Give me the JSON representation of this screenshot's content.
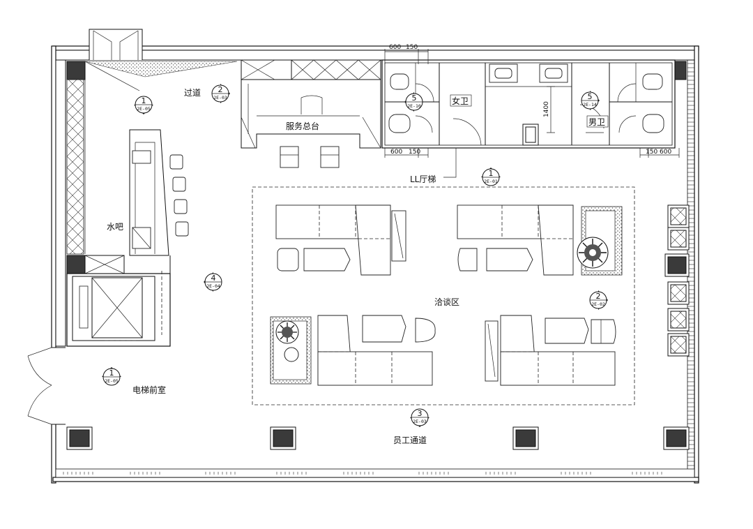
{
  "labels": {
    "corridor": "过道",
    "service_desk": "服务总台",
    "female_wc": "女卫",
    "male_wc": "男卫",
    "elevator_hall": "LL厅梯",
    "water_bar": "水吧",
    "negotiation_area": "洽谈区",
    "elevator_lobby": "电梯前室",
    "staff_passage": "员工通道"
  },
  "dimensions": {
    "top_left_a": "600",
    "top_left_b": "150",
    "bottom_left_a": "600",
    "bottom_left_b": "150",
    "bottom_right_a": "150",
    "bottom_right_b": "600",
    "height_1400": "1400"
  },
  "markers": [
    {
      "id": "m1",
      "num": "1",
      "ref": "2E-05"
    },
    {
      "id": "m2",
      "num": "2",
      "ref": "2E-03"
    },
    {
      "id": "m3",
      "num": "5",
      "ref": "2E-10"
    },
    {
      "id": "m4",
      "num": "5",
      "ref": "2E-14"
    },
    {
      "id": "m5",
      "num": "1",
      "ref": "2E-01"
    },
    {
      "id": "m6",
      "num": "4",
      "ref": "2E-04"
    },
    {
      "id": "m7",
      "num": "2",
      "ref": "2E-02"
    },
    {
      "id": "m8",
      "num": "1",
      "ref": "2E-05"
    },
    {
      "id": "m9",
      "num": "3",
      "ref": "2E-03"
    }
  ],
  "icons": {
    "plant": "plant-icon",
    "toilet": "toilet-icon",
    "sink": "sink-icon",
    "door": "door-swing-icon"
  },
  "colors": {
    "line": "#111111",
    "column": "#3a3a3a",
    "background": "#ffffff"
  }
}
